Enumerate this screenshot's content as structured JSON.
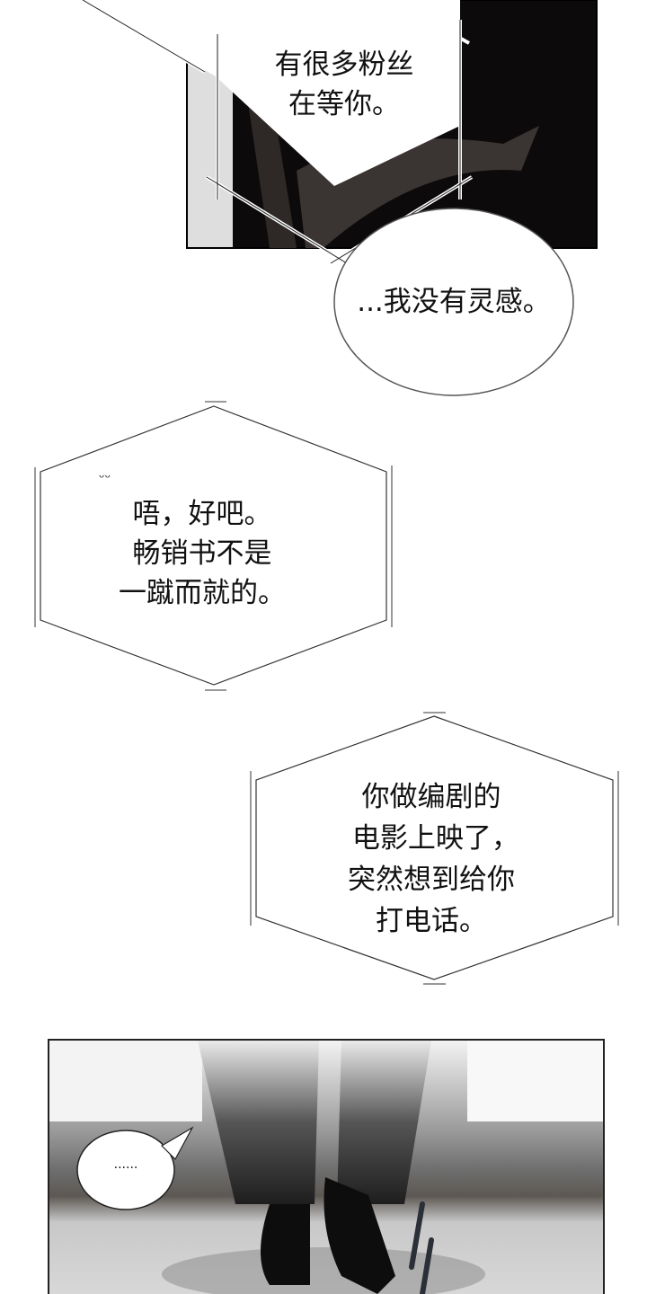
{
  "bubbles": {
    "fans": {
      "lines": [
        "有很多粉丝",
        "在等你。"
      ]
    },
    "no_inspiration": {
      "text": "...我没有灵感。"
    },
    "bestseller": {
      "mark": "ᵕᵕ",
      "lines": [
        "唔，好吧。",
        "畅销书不是",
        "一蹴而就的。"
      ]
    },
    "movie": {
      "lines": [
        "你做编剧的",
        " 电影上映了，",
        "突然想到给你",
        "打电话。"
      ]
    },
    "silence": {
      "text": "......"
    }
  }
}
